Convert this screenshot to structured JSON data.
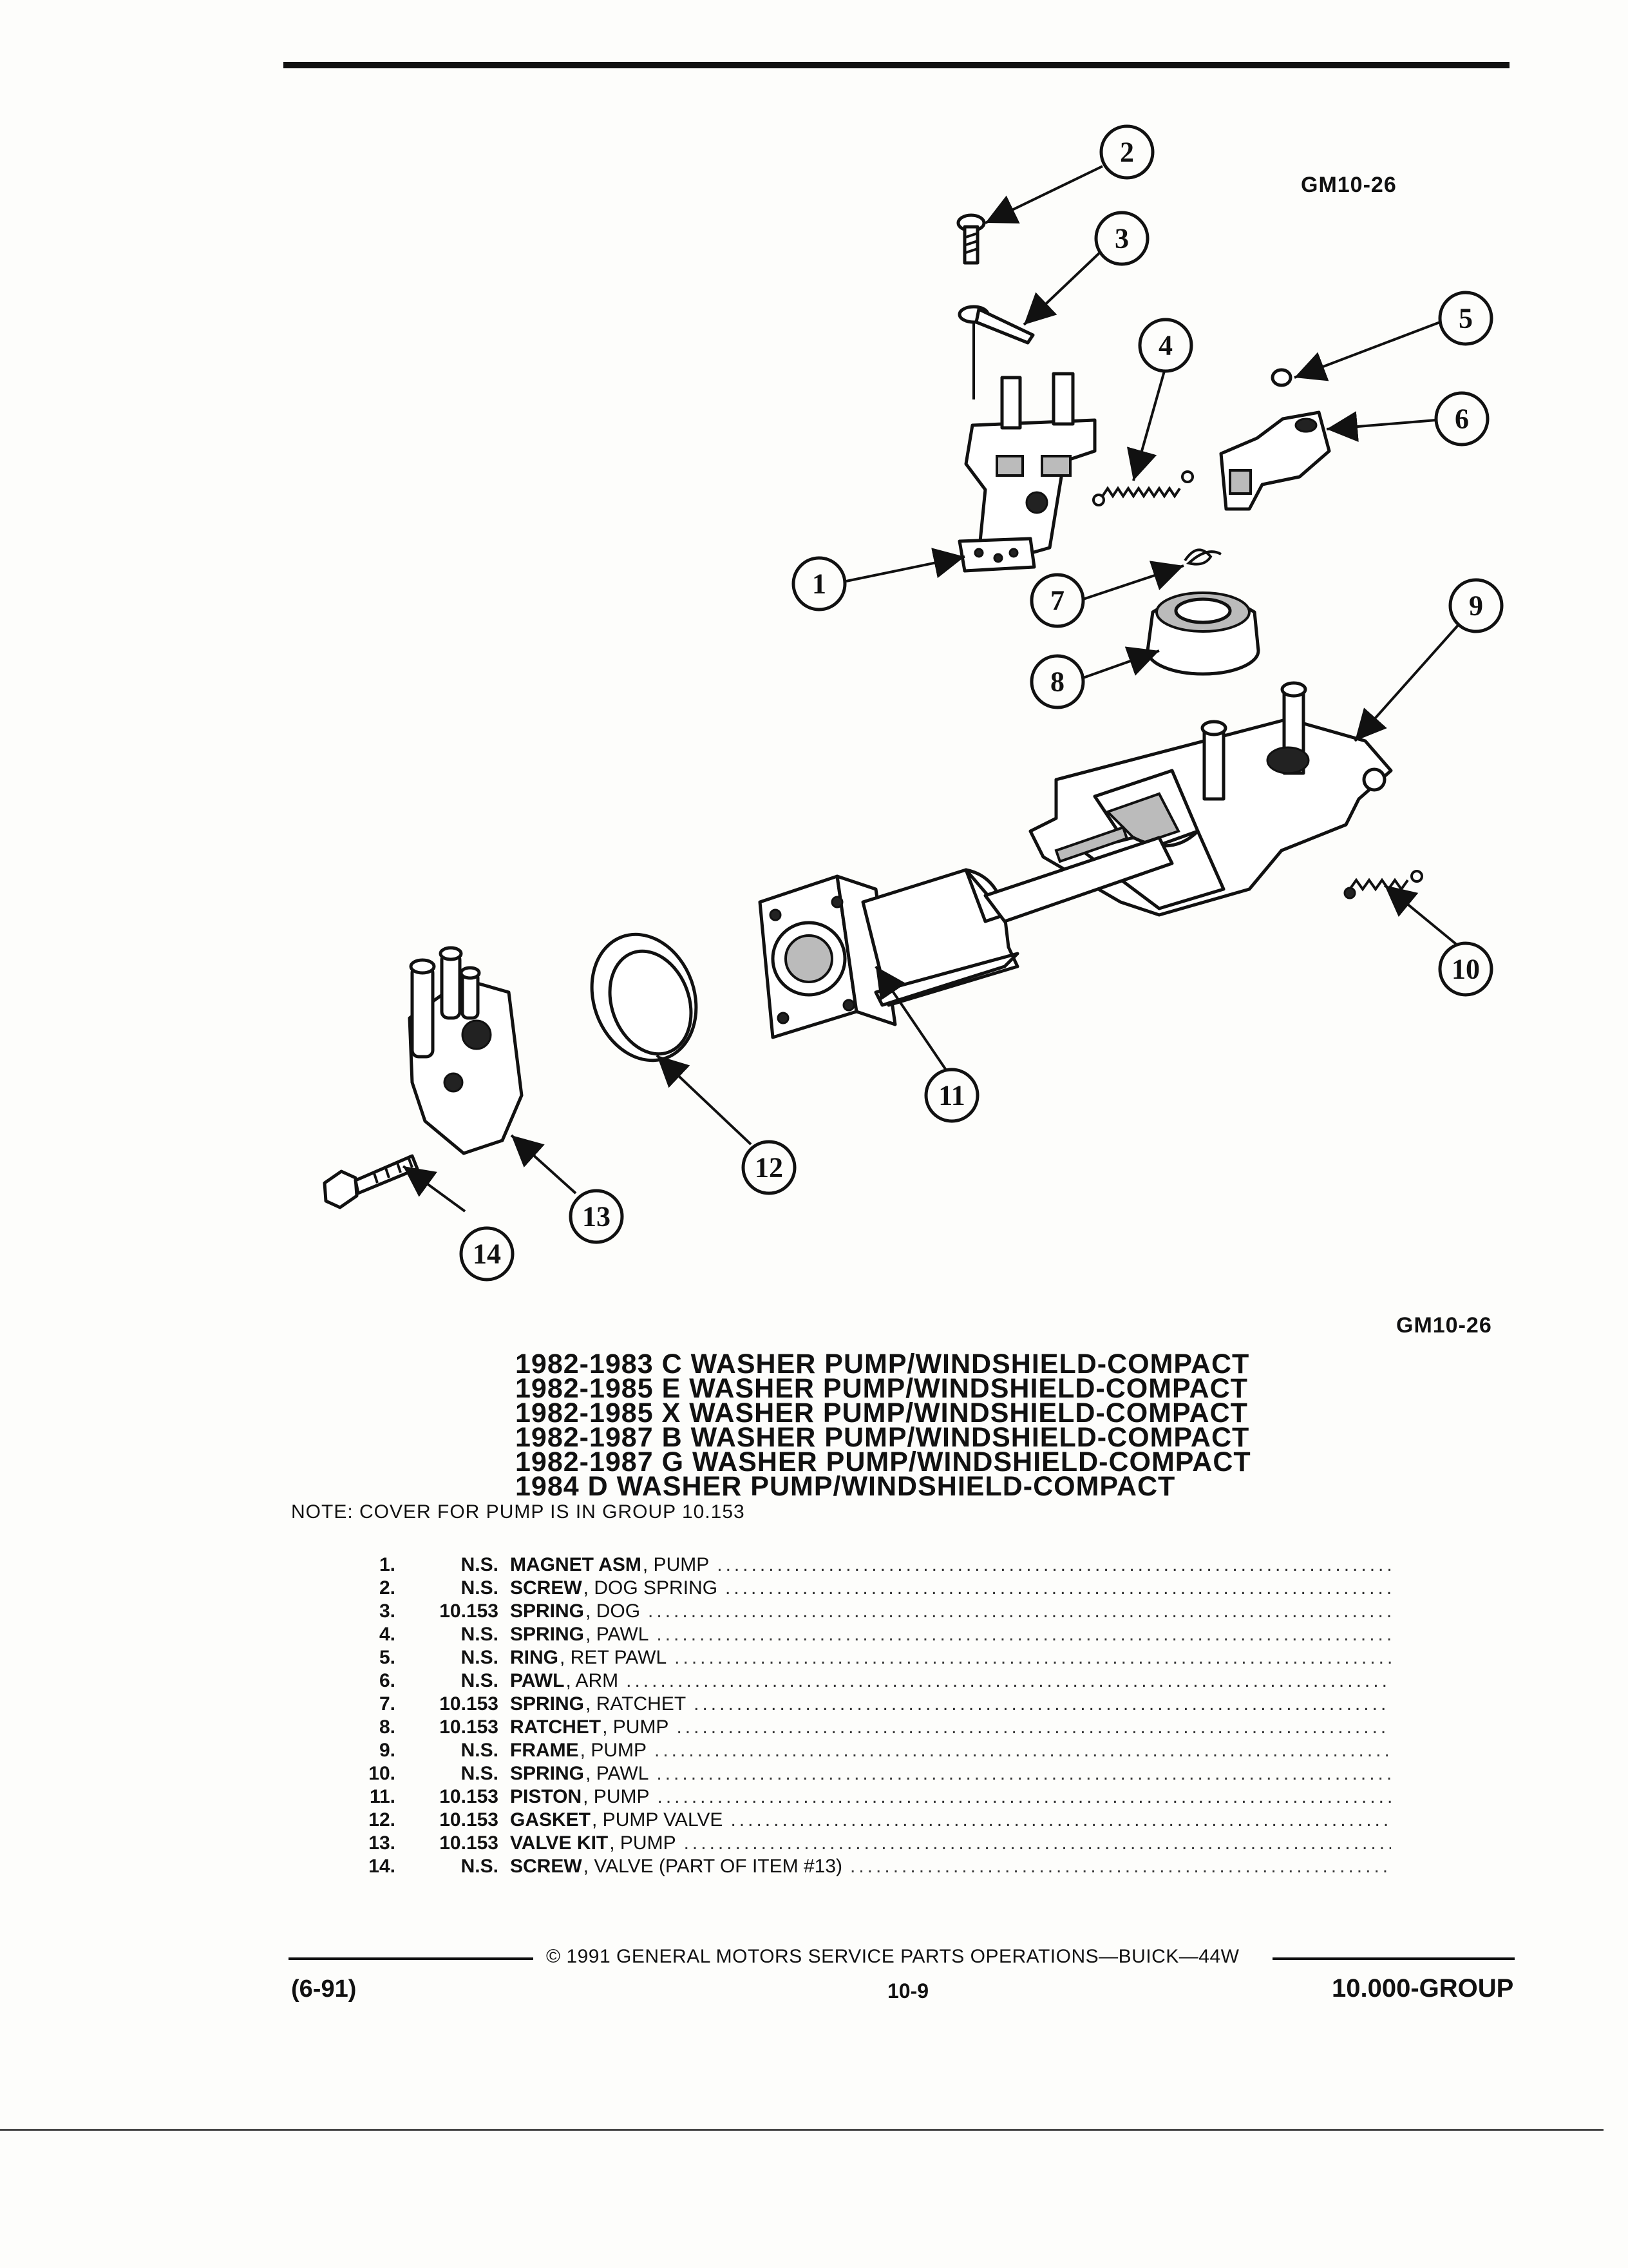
{
  "figure_code_top": "GM10-26",
  "figure_code_bottom": "GM10-26",
  "titles": [
    "1982-1983 C WASHER PUMP/WINDSHIELD-COMPACT",
    "1982-1985 E WASHER PUMP/WINDSHIELD-COMPACT",
    "1982-1985 X WASHER PUMP/WINDSHIELD-COMPACT",
    "1982-1987 B WASHER PUMP/WINDSHIELD-COMPACT",
    "1982-1987 G WASHER PUMP/WINDSHIELD-COMPACT",
    "1984 D WASHER PUMP/WINDSHIELD-COMPACT"
  ],
  "note": "NOTE: COVER FOR PUMP IS IN GROUP 10.153",
  "parts": [
    {
      "num": "1.",
      "group": "N.S.",
      "name": "MAGNET ASM",
      "desc": ", PUMP"
    },
    {
      "num": "2.",
      "group": "N.S.",
      "name": "SCREW",
      "desc": ", DOG SPRING"
    },
    {
      "num": "3.",
      "group": "10.153",
      "name": "SPRING",
      "desc": ", DOG"
    },
    {
      "num": "4.",
      "group": "N.S.",
      "name": "SPRING",
      "desc": ", PAWL"
    },
    {
      "num": "5.",
      "group": "N.S.",
      "name": "RING",
      "desc": ", RET PAWL"
    },
    {
      "num": "6.",
      "group": "N.S.",
      "name": "PAWL",
      "desc": ", ARM"
    },
    {
      "num": "7.",
      "group": "10.153",
      "name": "SPRING",
      "desc": ", RATCHET"
    },
    {
      "num": "8.",
      "group": "10.153",
      "name": "RATCHET",
      "desc": ", PUMP"
    },
    {
      "num": "9.",
      "group": "N.S.",
      "name": "FRAME",
      "desc": ", PUMP"
    },
    {
      "num": "10.",
      "group": "N.S.",
      "name": "SPRING",
      "desc": ", PAWL"
    },
    {
      "num": "11.",
      "group": "10.153",
      "name": "PISTON",
      "desc": ", PUMP"
    },
    {
      "num": "12.",
      "group": "10.153",
      "name": "GASKET",
      "desc": ", PUMP VALVE"
    },
    {
      "num": "13.",
      "group": "10.153",
      "name": "VALVE KIT",
      "desc": ", PUMP"
    },
    {
      "num": "14.",
      "group": "N.S.",
      "name": "SCREW",
      "desc": ", VALVE (PART OF ITEM #13)"
    }
  ],
  "callouts": [
    "1",
    "2",
    "3",
    "4",
    "5",
    "6",
    "7",
    "8",
    "9",
    "10",
    "11",
    "12",
    "13",
    "14"
  ],
  "footer": {
    "copyright": "© 1991 GENERAL MOTORS SERVICE PARTS OPERATIONS—BUICK—44W",
    "date_code": "(6-91)",
    "page_number": "10-9",
    "group_code": "10.000-GROUP"
  }
}
